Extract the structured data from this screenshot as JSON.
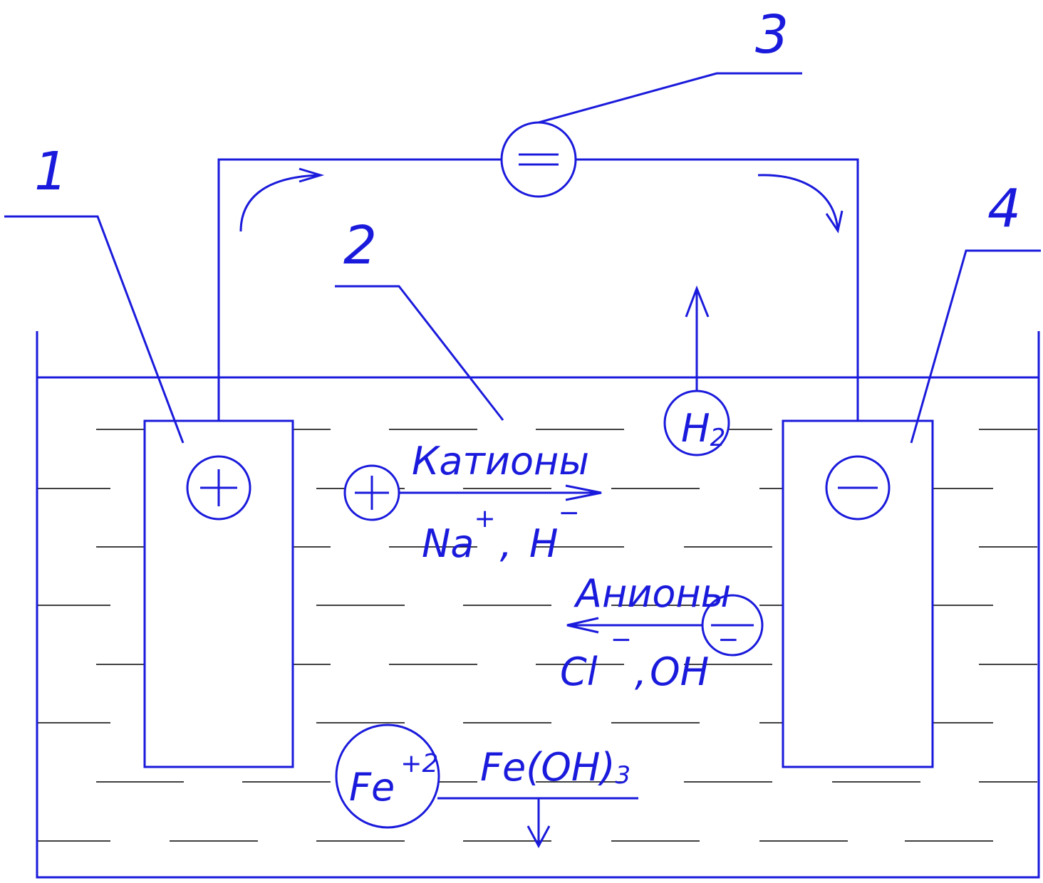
{
  "colors": {
    "line": "#1a1adc",
    "liquid_dashes": "#000000",
    "background": "#ffffff"
  },
  "callouts": {
    "c1": "1",
    "c2": "2",
    "c3": "3",
    "c4": "4"
  },
  "ions": {
    "cations_title": "Катионы",
    "cations_a": "Na",
    "cations_a_sup": "+",
    "cations_sep": ",",
    "cations_b": "H",
    "cations_b_sup": "−",
    "anions_title": "Анионы",
    "anions_a": "Cl",
    "anions_a_sup": "−",
    "anions_sep": ",",
    "anions_b": "OH",
    "anions_b_sup": "−"
  },
  "species": {
    "h2": "H",
    "h2_sub": "2",
    "fe": "Fe",
    "fe_sup": "+2",
    "feoh": "Fe(OH)",
    "feoh_sub": "3"
  },
  "icons": {
    "anode_sign": "plus-icon",
    "cathode_sign": "minus-icon",
    "power_source": "dc-source-icon",
    "cation": "plus-icon",
    "anion": "minus-icon"
  }
}
